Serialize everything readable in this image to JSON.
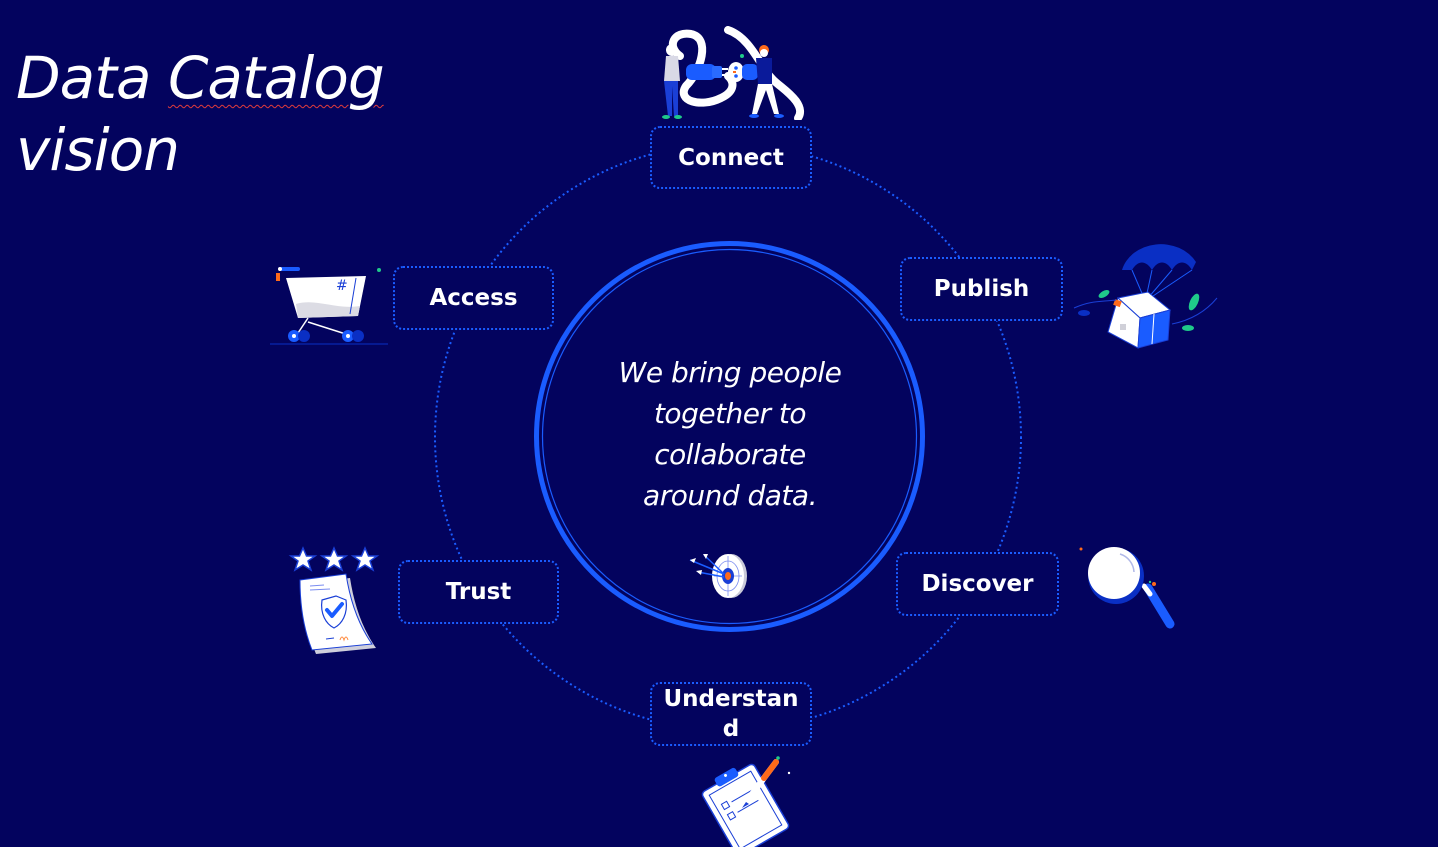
{
  "slide": {
    "title_line1_a": "Data",
    "title_line1_b": "Catalog",
    "title_line2": "vision",
    "center_message": {
      "lines": [
        "We bring people",
        "together to",
        "collaborate",
        "around data."
      ]
    },
    "nodes": [
      {
        "id": "connect",
        "label": "Connect",
        "icon": "plug-connect-people-icon"
      },
      {
        "id": "publish",
        "label": "Publish",
        "icon": "parachute-package-icon"
      },
      {
        "id": "discover",
        "label": "Discover",
        "icon": "magnifying-glass-icon"
      },
      {
        "id": "understand",
        "label": "Understand",
        "icon": "clipboard-checklist-icon"
      },
      {
        "id": "trust",
        "label": "Trust",
        "icon": "certificate-three-stars-icon"
      },
      {
        "id": "access",
        "label": "Access",
        "icon": "shopping-cart-icon"
      }
    ],
    "center_icon": "dartboard-target-icon",
    "colors": {
      "background": "#03035e",
      "accent_blue": "#1a5cff",
      "text": "#ffffff",
      "leaf_green": "#1fc98a",
      "orange": "#ff6a1a"
    }
  }
}
